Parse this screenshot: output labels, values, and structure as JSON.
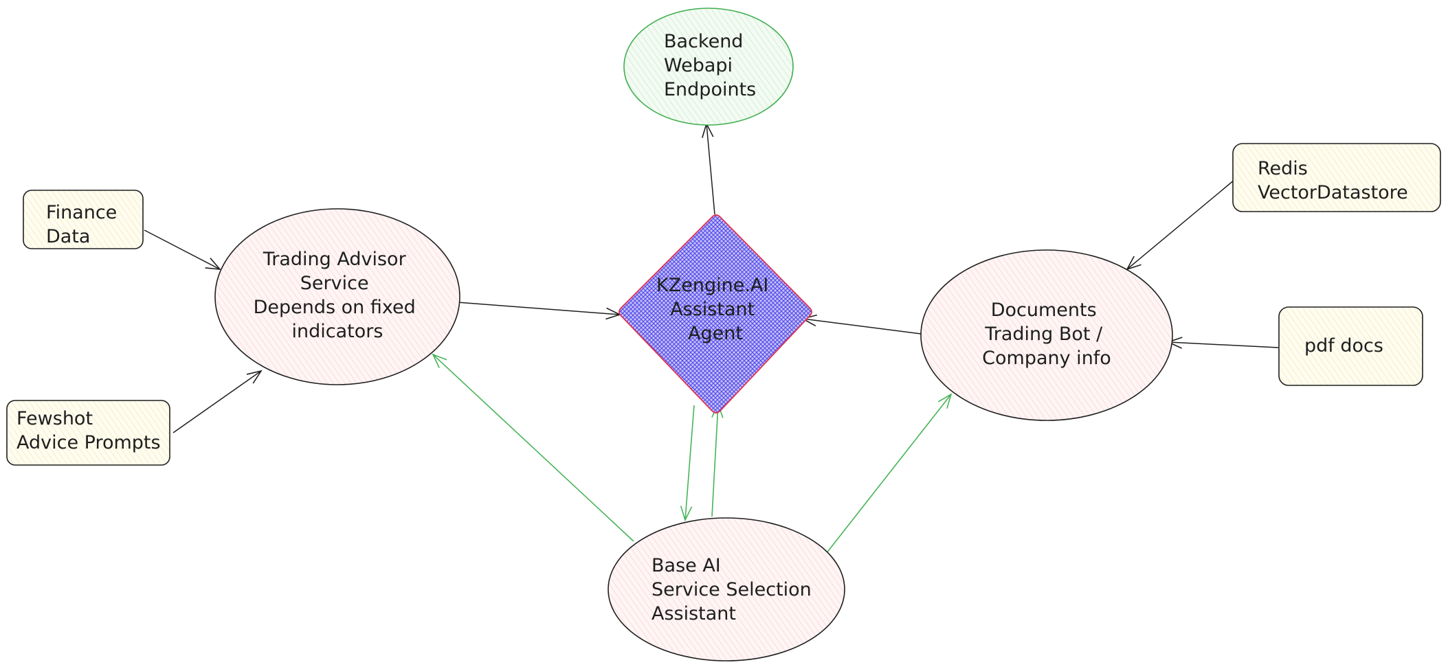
{
  "colors": {
    "ink": "#1e1e1e",
    "note_fill": "#fffdf0",
    "note_hatch": "#efe7b8",
    "pink_fill": "#fff5f5",
    "pink_hatch": "#f6c9cc",
    "green_stroke": "#3fae4f",
    "green_fill": "#f3fbf3",
    "agent_fill": "#7b74f0",
    "agent_stroke": "#e03050",
    "green_arrow": "#46b356"
  },
  "nodes": {
    "backend": {
      "lines": [
        "Backend",
        "Webapi",
        "Endpoints"
      ]
    },
    "finance": {
      "lines": [
        "Finance",
        "Data"
      ]
    },
    "fewshot": {
      "lines": [
        "Fewshot",
        "Advice Prompts"
      ]
    },
    "trading": {
      "lines": [
        "Trading Advisor",
        "Service",
        "Depends on fixed",
        "indicators"
      ]
    },
    "agent": {
      "lines": [
        "KZengine.AI",
        "Assistant",
        "Agent"
      ]
    },
    "documents": {
      "lines": [
        "Documents",
        "Trading Bot /",
        "Company info"
      ]
    },
    "redis": {
      "lines": [
        "Redis",
        "VectorDatastore"
      ]
    },
    "pdf": {
      "lines": [
        "pdf docs"
      ]
    },
    "base": {
      "lines": [
        "Base AI",
        "Service Selection",
        "Assistant"
      ]
    }
  }
}
